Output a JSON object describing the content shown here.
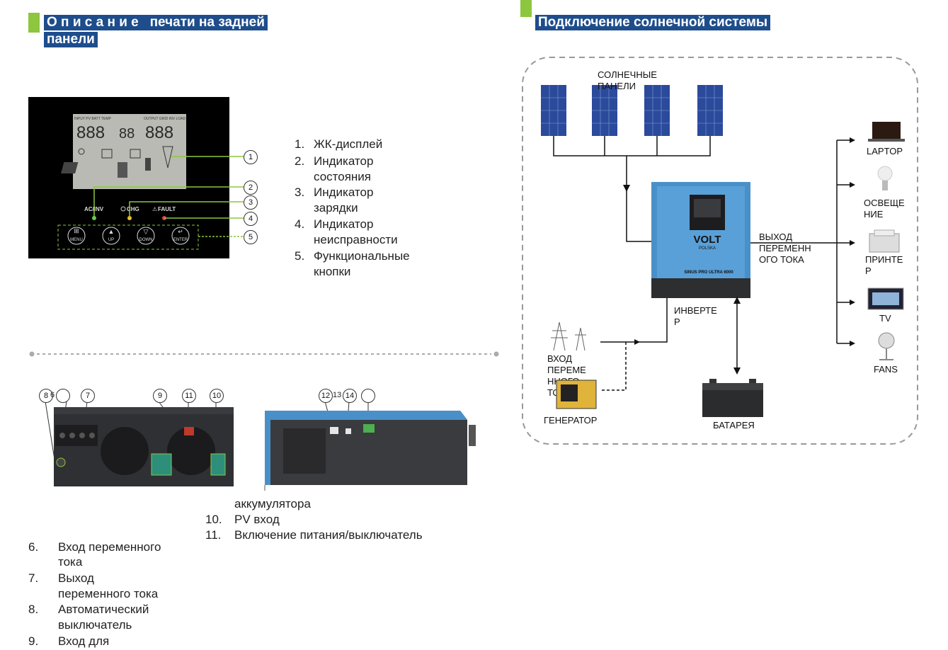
{
  "left_header": {
    "line1": "О п и с а н и е   печати на задней",
    "line2": "панели"
  },
  "right_header": {
    "title": "Подключение солнечной системы"
  },
  "front_panel": {
    "lcd_top_left": "INPUT  PV BATT TEMP",
    "lcd_top_right": "OUTPUT GRID INV LOAD",
    "digits_left": "888",
    "digits_mid": "88",
    "digits_right": "888",
    "led_acinv": "AC/INV",
    "led_chg": "CHG",
    "led_fault": "FAULT",
    "btn_menu": "MENU",
    "btn_up": "UP",
    "btn_down": "DOWN",
    "btn_enter": "ENTER",
    "callouts": [
      "1",
      "2",
      "3",
      "4",
      "5"
    ]
  },
  "front_list": [
    {
      "num": "1.",
      "lines": [
        "ЖК-дисплей"
      ]
    },
    {
      "num": "2.",
      "lines": [
        "Индикатор",
        "состояния"
      ]
    },
    {
      "num": "3.",
      "lines": [
        "Индикатор",
        "зарядки"
      ]
    },
    {
      "num": "4.",
      "lines": [
        "Индикатор",
        "неисправности"
      ]
    },
    {
      "num": "5.",
      "lines": [
        "Функциональные",
        "кнопки"
      ]
    }
  ],
  "rear_callouts": [
    "8",
    "6",
    "7",
    "9",
    "11",
    "10",
    "12",
    "13",
    "14"
  ],
  "rear_list_cont": {
    "cont": "аккумулятора",
    "item10_num": "10.",
    "item10": "PV вход",
    "item11_num": "11.",
    "item11": "Включение питания/выключатель"
  },
  "rear_list": [
    {
      "num": "6.",
      "lines": [
        "Вход переменного",
        "тока"
      ]
    },
    {
      "num": "7.",
      "lines": [
        "Выход",
        "переменного тока"
      ]
    },
    {
      "num": "8.",
      "lines": [
        "Автоматический",
        "выключатель"
      ]
    },
    {
      "num": "9.",
      "lines": [
        "Вход для"
      ]
    }
  ],
  "diagram": {
    "solar_label": [
      "СОЛНЕЧНЫЕ",
      "ПАНЕЛИ"
    ],
    "inverter_label": [
      "ИНВЕРТЕ",
      "Р"
    ],
    "ac_out_label": [
      "ВЫХОД",
      "ПЕРЕМЕНН",
      "ОГО ТОКА"
    ],
    "ac_in_label": [
      "ВХОД",
      "ПЕРЕМЕ",
      "ННОГО",
      "ТОКА"
    ],
    "generator_label": "ГЕНЕРАТОР",
    "battery_label": "БАТАРЕЯ",
    "loads": {
      "laptop": "LAPTOP",
      "light": [
        "ОСВЕЩЕ",
        "НИЕ"
      ],
      "printer": [
        "ПРИНТЕ",
        "Р"
      ],
      "tv": "TV",
      "fans": "FANS"
    },
    "brand_big": "VOLT",
    "brand_small": "POLSKA",
    "model": "SINUS PRO ULTRA 6000"
  },
  "colors": {
    "accent_green": "#8dc63f",
    "header_blue": "#1e4d8c",
    "inverter_blue": "#4a90c8"
  }
}
